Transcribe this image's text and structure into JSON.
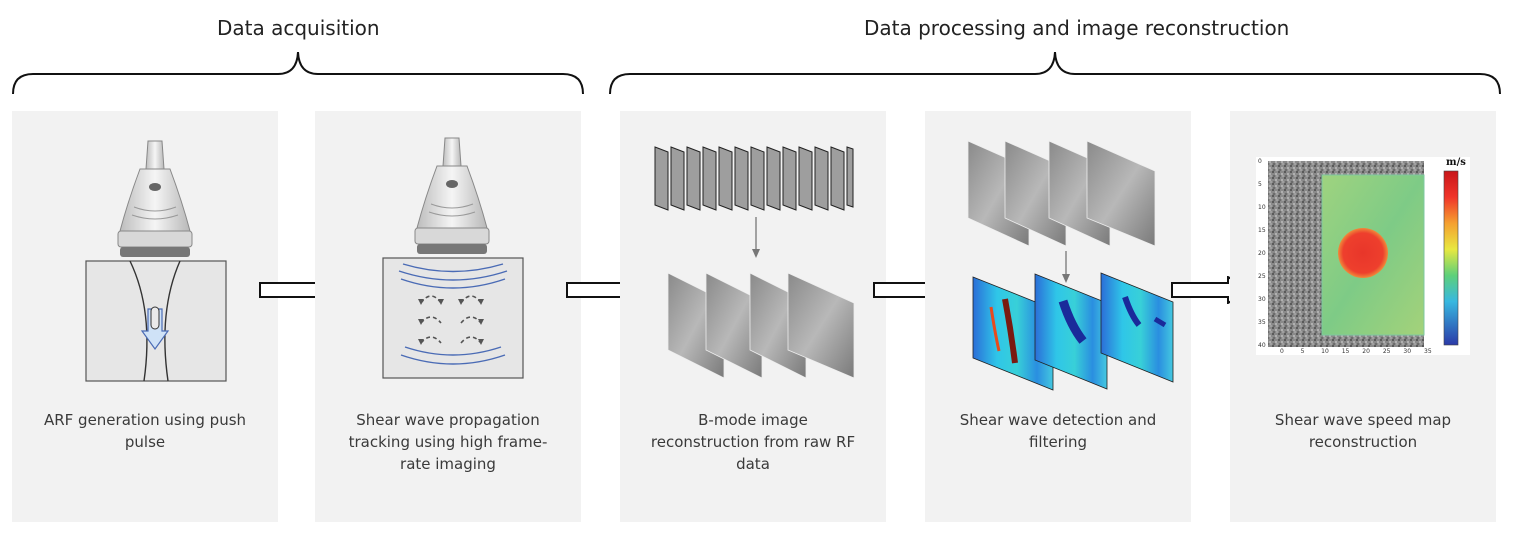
{
  "groups": [
    {
      "title": "Data acquisition"
    },
    {
      "title": "Data processing and image reconstruction"
    }
  ],
  "steps": [
    {
      "caption": "ARF generation using push pulse"
    },
    {
      "caption": "Shear wave propagation tracking using high frame-rate imaging"
    },
    {
      "caption": "B-mode image reconstruction from raw RF data"
    },
    {
      "caption": "Shear wave detection and filtering"
    },
    {
      "caption": "Shear wave speed map reconstruction"
    }
  ],
  "speed_map": {
    "unit": "m/s",
    "y_ticks": [
      "0",
      "5",
      "10",
      "15",
      "20",
      "25",
      "30",
      "35",
      "40"
    ],
    "x_ticks": [
      "0",
      "5",
      "10",
      "15",
      "20",
      "25",
      "30",
      "35"
    ]
  },
  "colors": {
    "panel": "#f2f2f2",
    "wave": "#4a6bb5",
    "lesion": "#e83a2a",
    "field": "#8fcf7a"
  }
}
